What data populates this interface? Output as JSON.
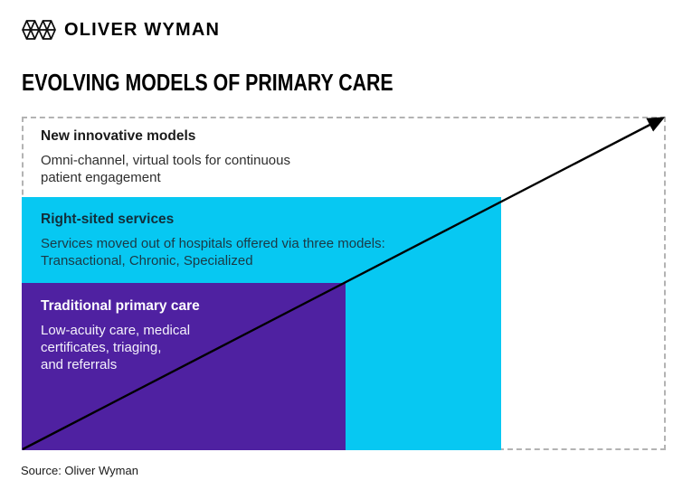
{
  "brand": {
    "logo_text": "OLIVER WYMAN"
  },
  "title": "EVOLVING MODELS OF PRIMARY CARE",
  "diagram": {
    "layers": [
      {
        "heading": "New innovative models",
        "lines": [
          "Omni-channel, virtual tools for continuous",
          "patient engagement"
        ]
      },
      {
        "heading": "Right-sited services",
        "lines": [
          "Services moved out of hospitals offered via three models:",
          "Transactional, Chronic, Specialized"
        ]
      },
      {
        "heading": "Traditional primary care",
        "lines": [
          "Low-acuity care, medical",
          "certificates, triaging,",
          "and referrals"
        ]
      }
    ],
    "colors": {
      "cyan": "#07C8F2",
      "purple": "#4F21A1",
      "dashed_border": "#b3b3b3",
      "arrow": "#000000"
    }
  },
  "source": "Source: Oliver Wyman"
}
